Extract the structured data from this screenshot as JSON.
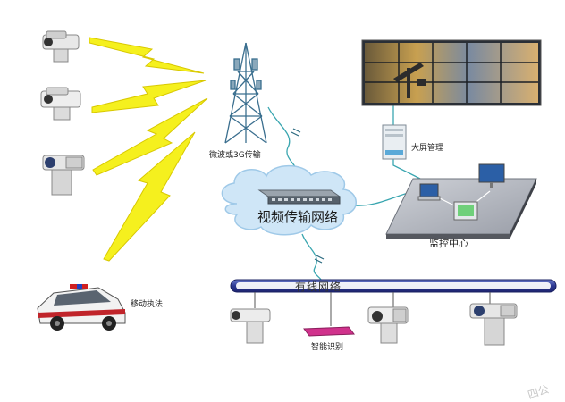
{
  "labels": {
    "tower": "微波或3G传输",
    "network": "视频传输网络",
    "big_screen": "大屏管理",
    "monitor_center": "监控中心",
    "wired_network": "有线网络",
    "mobile_enforcement": "移动执法",
    "smart_recognition": "智能识别",
    "watermark": "四公"
  },
  "colors": {
    "lightning": "#f5f01e",
    "lightning_edge": "#d8c800",
    "cloud": "#cfe6f7",
    "cloud_edge": "#9fc9e8",
    "cable": "#3aa6b0",
    "pipe": "#2d3a8c",
    "tower": "#3b6f8f",
    "smart_device": "#d0328c"
  },
  "icons": [
    "ptz-camera-icon",
    "radio-tower-icon",
    "network-switch-icon",
    "video-wall-icon",
    "server-icon",
    "computer-icon",
    "police-car-icon"
  ]
}
